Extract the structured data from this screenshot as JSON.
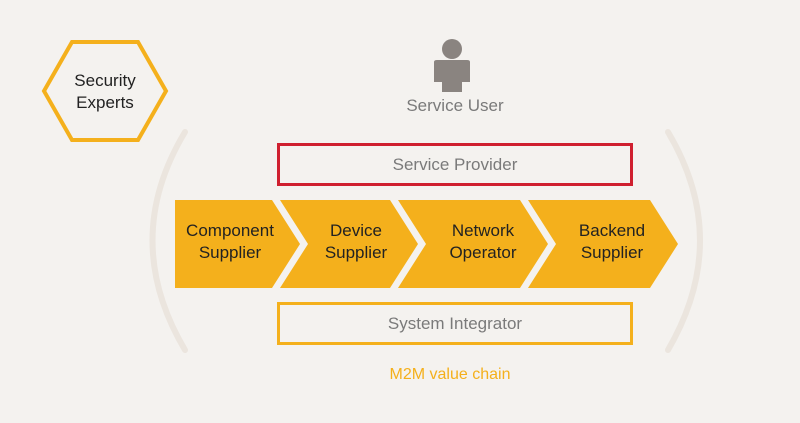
{
  "security_experts": {
    "line1": "Security",
    "line2": "Experts"
  },
  "service_user": {
    "label": "Service User",
    "icon": "person-icon"
  },
  "service_provider": {
    "label": "Service Provider",
    "border_color": "#cf1f2f"
  },
  "chain": [
    {
      "line1": "Component",
      "line2": "Supplier"
    },
    {
      "line1": "Device",
      "line2": "Supplier"
    },
    {
      "line1": "Network",
      "line2": "Operator"
    },
    {
      "line1": "Backend",
      "line2": "Supplier"
    }
  ],
  "system_integrator": {
    "label": "System Integrator",
    "border_color": "#f4b01c"
  },
  "value_chain_label": "M2M value chain",
  "colors": {
    "accent": "#f4b01c",
    "background": "#f4f2ef",
    "text_gray": "#7a7a7a"
  }
}
